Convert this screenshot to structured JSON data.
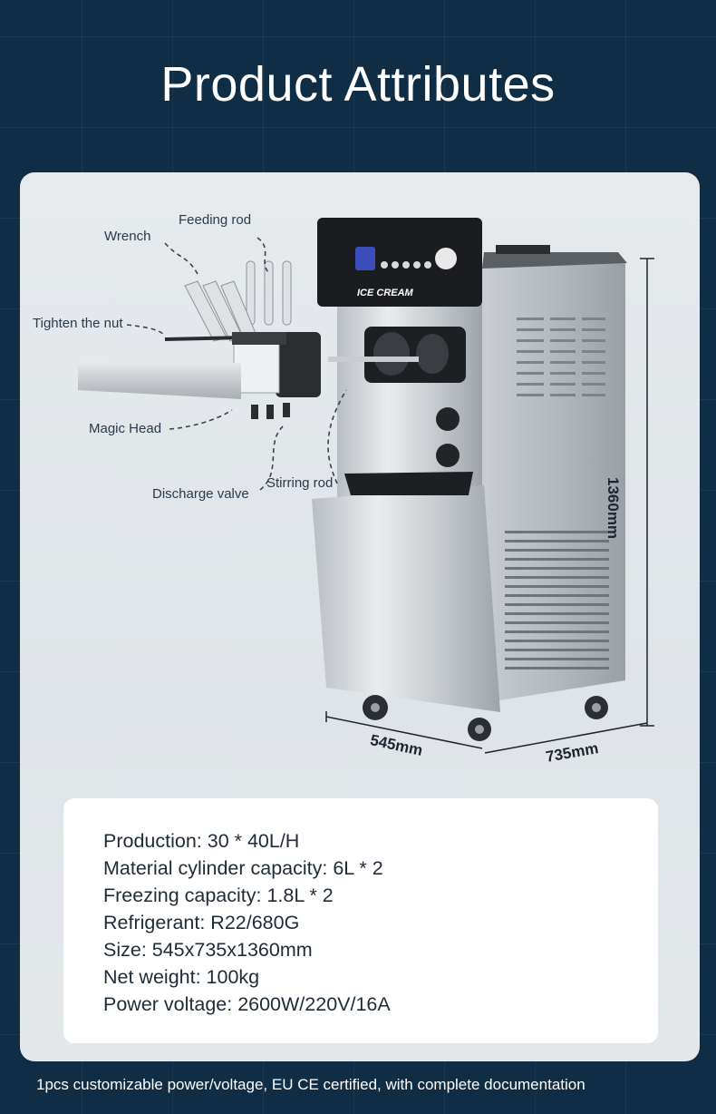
{
  "page": {
    "title": "Product Attributes",
    "footer": "1pcs customizable power/voltage, EU CE certified, with complete documentation"
  },
  "diagram": {
    "labels": {
      "feeding_rod": "Feeding rod",
      "wrench": "Wrench",
      "tighten_nut": "Tighten the nut",
      "magic_head": "Magic Head",
      "discharge_valve": "Discharge valve",
      "stirring_rod": "Stirring rod"
    },
    "panel_text": "ICE CREAM",
    "dimensions": {
      "height": "1360mm",
      "width": "545mm",
      "depth": "735mm"
    }
  },
  "specs": [
    "Production: 30 * 40L/H",
    "Material cylinder capacity: 6L * 2",
    "Freezing capacity: 1.8L * 2",
    "Refrigerant: R22/680G",
    "Size: 545x735x1360mm",
    "Net weight: 100kg",
    "Power voltage: 2600W/220V/16A"
  ],
  "colors": {
    "background": "#0f2d45",
    "card": "#e2e7ea",
    "text_dark": "#1f2b38"
  }
}
